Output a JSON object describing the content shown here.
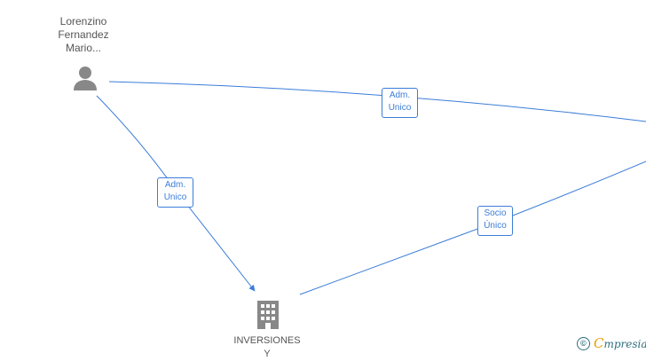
{
  "nodes": {
    "person": {
      "label_lines": [
        "Lorenzino",
        "Fernandez",
        "Mario..."
      ],
      "icon": "person-icon"
    },
    "company": {
      "label_lines": [
        "INVERSIONES",
        "Y"
      ],
      "icon": "building-icon"
    }
  },
  "edges": {
    "person_to_offscreen": {
      "label_lines": [
        "Adm.",
        "Unico"
      ]
    },
    "person_to_company": {
      "label_lines": [
        "Adm.",
        "Unico"
      ]
    },
    "company_to_offscreen": {
      "label_lines": [
        "Socio",
        "Único"
      ]
    }
  },
  "colors": {
    "edge": "#3b7dd8",
    "node_icon": "#888888",
    "label_text": "#555555"
  },
  "watermark": {
    "symbol": "©",
    "brand_initial": "C",
    "brand_rest": "mpresia"
  }
}
